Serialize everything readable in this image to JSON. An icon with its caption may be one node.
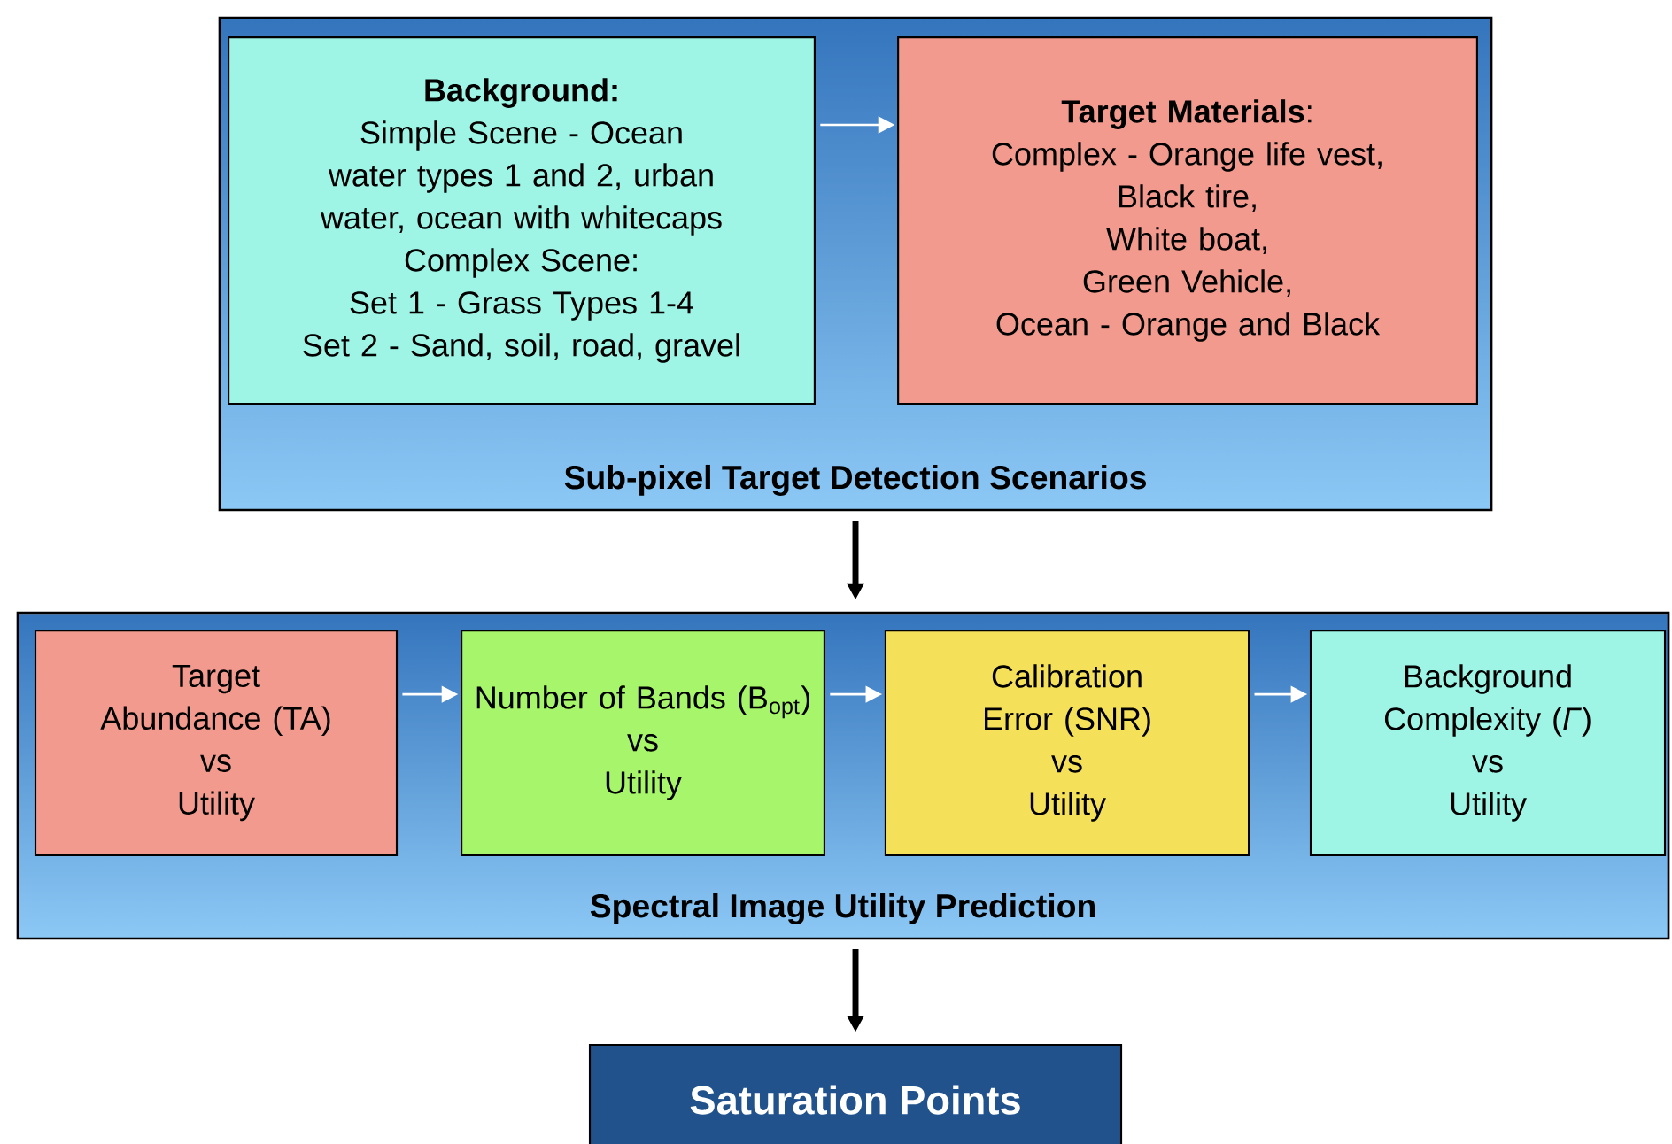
{
  "diagram": {
    "nodes": [
      {
        "text": [
          "Sub-pixel Target Detection Scenarios"
        ]
      },
      {
        "text": [
          "Background:",
          "Simple Scene - Ocean water types 1 and 2, urban water, ocean with whitecaps",
          "Complex Scene:",
          "Set 1 - Grass Types 1-4",
          "Set 2 - Sand, soil, road, gravel"
        ],
        "in": 0
      },
      {
        "text": [
          "**Target Materials**:",
          "Complex - Orange life vest,",
          "Black tire,",
          "White boat,",
          "Green Vehicle,",
          "Ocean - Orange and Black"
        ],
        "in": 0
      },
      {
        "text": [
          "Spectral Image Utility Prediction"
        ]
      },
      {
        "text": [
          "Target Abundance (TA)",
          "vs",
          "Utility"
        ],
        "in": 3
      },
      {
        "text": [
          "Number of Bands (B$_{opt}$)",
          "vs",
          "Utility"
        ],
        "in": 3
      },
      {
        "text": [
          "Calibration Error (SNR)",
          "vs",
          "Utility"
        ],
        "in": 3
      },
      {
        "text": [
          "Background Complexity (*Γ*)",
          "vs",
          "Utility"
        ],
        "in": 3
      },
      {
        "text": [
          "Saturation Points"
        ]
      }
    ],
    "edges": [
      {
        "from": 1,
        "to": 2,
        "arrow": "to"
      },
      {
        "from": 0,
        "to": 3,
        "arrow": "to",
        "style": "thick",
        "color": "#000000"
      },
      {
        "from": 4,
        "to": 5,
        "arrow": "to"
      },
      {
        "from": 5,
        "to": 6,
        "arrow": "to"
      },
      {
        "from": 6,
        "to": 7,
        "arrow": "to"
      },
      {
        "from": 3,
        "to": 8,
        "arrow": "to",
        "style": "thick",
        "color": "#000000"
      }
    ]
  }
}
